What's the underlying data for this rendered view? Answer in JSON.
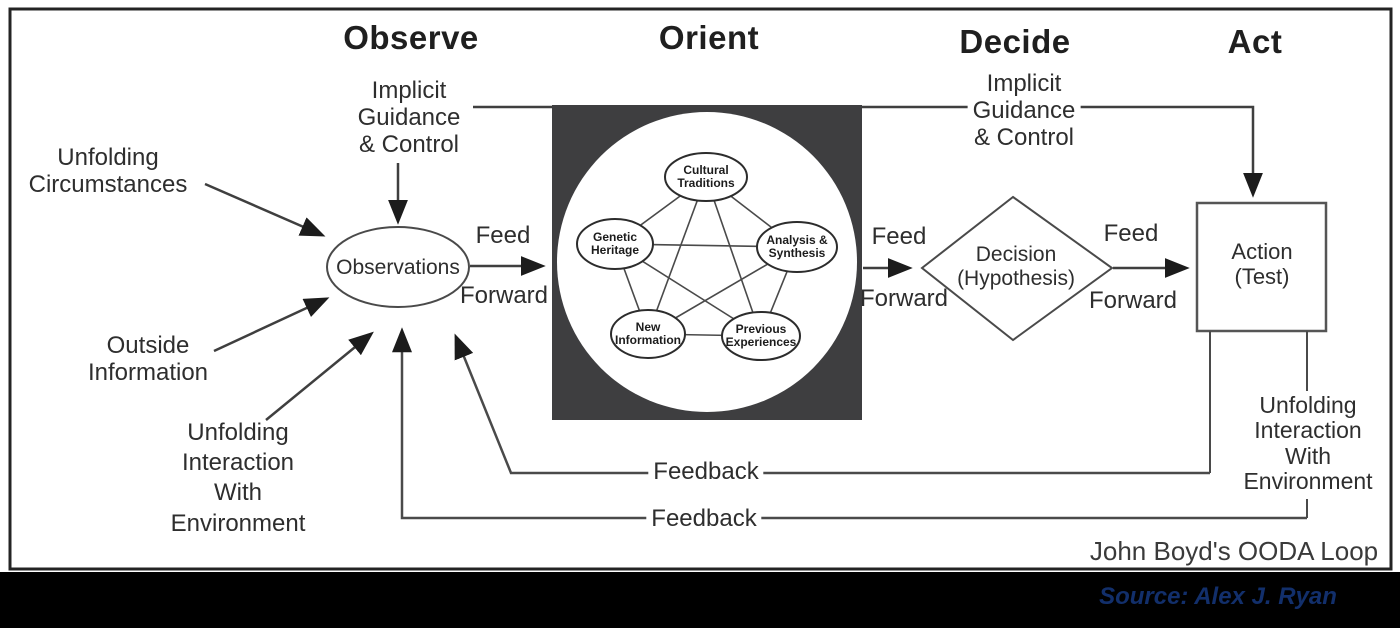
{
  "title": "John Boyd's OODA Loop diagram",
  "colors": {
    "background": "#ffffff",
    "line": "#4a4a4a",
    "orient_box_fill": "#3e3e40",
    "footer_bar": "#000000",
    "source_text": "#122f6b"
  },
  "headers": {
    "observe": "Observe",
    "orient": "Orient",
    "decide": "Decide",
    "act": "Act"
  },
  "left_inputs": {
    "unfolding_circumstances": "Unfolding\nCircumstances",
    "outside_information": "Outside\nInformation",
    "unfolding_interaction": "Unfolding\nInteraction\nWith\nEnvironment"
  },
  "observe_stage": {
    "implicit_guidance": "Implicit\nGuidance\n& Control",
    "node": "Observations"
  },
  "orient_stage": {
    "nodes": [
      "Cultural\nTraditions",
      "Genetic\nHeritage",
      "Analysis &\nSynthesis",
      "New\nInformation",
      "Previous\nExperiences"
    ]
  },
  "decide_stage": {
    "implicit_guidance": "Implicit\nGuidance\n& Control",
    "node": "Decision\n(Hypothesis)"
  },
  "act_stage": {
    "node": "Action\n(Test)",
    "unfolding_interaction": "Unfolding\nInteraction\nWith\nEnvironment"
  },
  "flows": {
    "feed_forward_1": {
      "feed": "Feed",
      "forward": "Forward"
    },
    "feed_forward_2": {
      "feed": "Feed",
      "forward": "Forward"
    },
    "feed_forward_3": {
      "feed": "Feed",
      "forward": "Forward"
    },
    "feedback_upper": "Feedback",
    "feedback_lower": "Feedback"
  },
  "footer": {
    "caption": "John Boyd's OODA Loop",
    "source": "Source: Alex J. Ryan"
  }
}
